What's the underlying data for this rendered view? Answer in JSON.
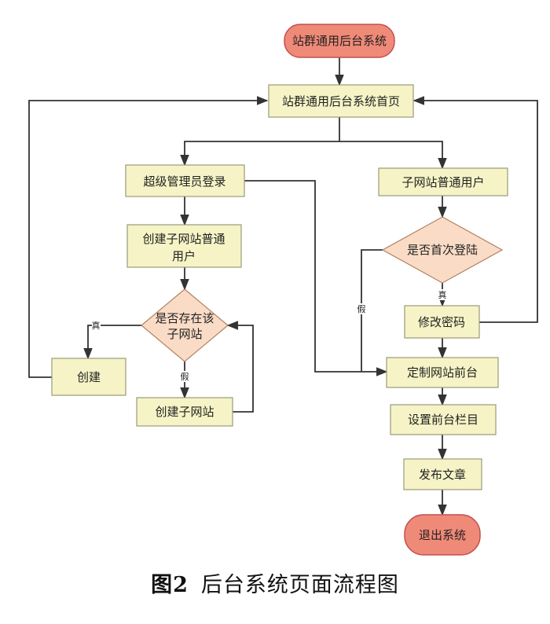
{
  "flowchart": {
    "nodes": {
      "start": "站群通用后台系统",
      "home": "站群通用后台系统首页",
      "admin_login": "超级管理员登录",
      "sub_user": "子网站普通用户",
      "create_sub_user": [
        "创建子网站普通",
        "用户"
      ],
      "first_login": "是否首次登陆",
      "site_exists": [
        "是否存在该",
        "子网站"
      ],
      "change_password": "修改密码",
      "create": "创建",
      "customize_frontend": "定制网站前台",
      "create_sub_site": "创建子网站",
      "set_columns": "设置前台栏目",
      "publish_article": "发布文章",
      "exit": "退出系统"
    },
    "edge_labels": {
      "true_1": "真",
      "false_1": "假",
      "true_2": "真",
      "false_2": "假"
    }
  },
  "caption": {
    "figure_number": "图2",
    "title": "后台系统页面流程图"
  },
  "colors": {
    "terminal_fill": "#f08a78",
    "terminal_stroke": "#c0504d",
    "process_fill": "#f6f4c6",
    "process_stroke": "#9a9a7a",
    "decision_fill": "#fadcc6",
    "decision_stroke": "#b08060",
    "line": "#333333"
  }
}
